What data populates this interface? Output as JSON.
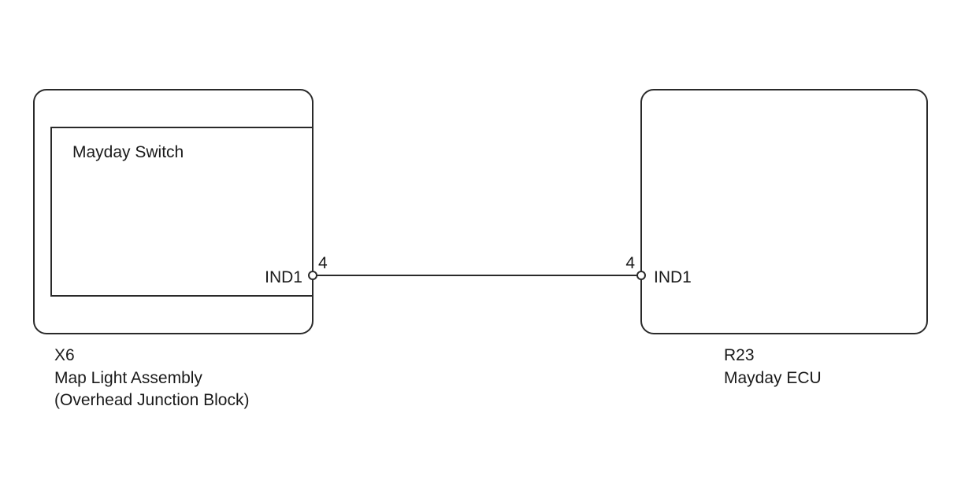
{
  "left_component": {
    "code": "X6",
    "name": "Map Light Assembly",
    "location": "(Overhead Junction Block)",
    "inner_label": "Mayday Switch",
    "pin_name": "IND1",
    "pin_number": "4"
  },
  "right_component": {
    "code": "R23",
    "name": "Mayday ECU",
    "pin_name": "IND1",
    "pin_number": "4"
  }
}
